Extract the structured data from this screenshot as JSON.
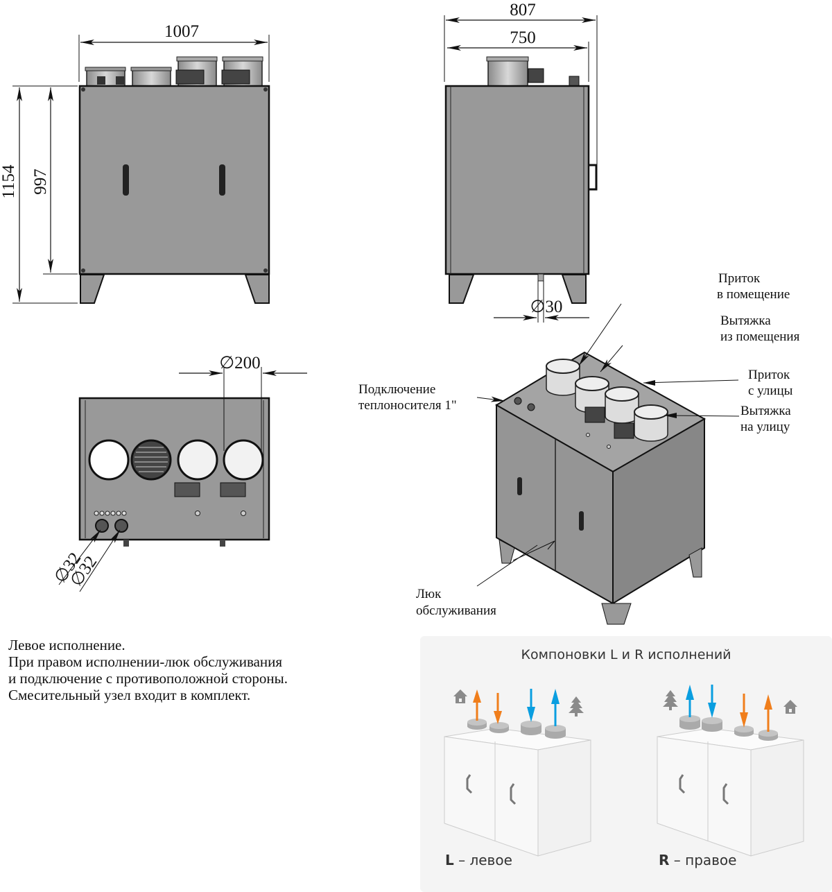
{
  "front_view": {
    "width_dim": "1007",
    "height_total_dim": "1154",
    "height_body_dim": "997"
  },
  "side_view": {
    "depth_total_dim": "807",
    "depth_body_dim": "750",
    "drain_dim": "∅30"
  },
  "top_view": {
    "duct_dim": "∅200",
    "pipe_dim_1": "∅32",
    "pipe_dim_2": "∅32"
  },
  "iso_view": {
    "callouts": [
      {
        "line1": "Приток",
        "line2": "в помещение"
      },
      {
        "line1": "Вытяжка",
        "line2": "из помещения"
      },
      {
        "line1": "Приток",
        "line2": "с улицы"
      },
      {
        "line1": "Вытяжка",
        "line2": "на улицу"
      },
      {
        "line1": "Подключение",
        "line2": "теплоносителя 1\""
      },
      {
        "line1": "Люк",
        "line2": "обслуживания"
      }
    ]
  },
  "notes": [
    "Левое исполнение.",
    "При правом исполнении-люк обслуживания",
    "и подключение с противоположной стороны.",
    "Смесительный узел входит в комплект."
  ],
  "layout_panel": {
    "title": "Компоновки L и R исполнений",
    "left": {
      "letter": "L",
      "text": " – левое"
    },
    "right": {
      "letter": "R",
      "text": " – правое"
    },
    "icons": {
      "indoor": "house-icon",
      "outdoor": "tree-icon"
    },
    "colors": {
      "indoor_air": "#f07e1b",
      "outdoor_air": "#0a9ee0",
      "icon": "#8a8a8a"
    }
  }
}
